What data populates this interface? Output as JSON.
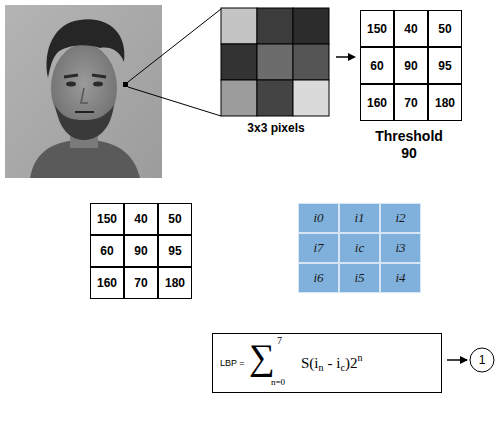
{
  "diagram": {
    "nodes": [
      {
        "text": [
          "LBP =",
          "∑",
          "7",
          "n=0",
          "S(i",
          "n",
          "- i",
          "c",
          ")2",
          "n"
        ]
      },
      {
        "text": [
          "1"
        ]
      }
    ],
    "edges": [
      {
        "from": 0,
        "to": 1,
        "arrow": "to"
      }
    ],
    "labels": [
      "3x3 pixels",
      "Threshold 90",
      "150",
      "40",
      "50",
      "60",
      "90",
      "95",
      "160",
      "70",
      "180",
      "150",
      "40",
      "50",
      "60",
      "90",
      "95",
      "160",
      "70",
      "180",
      "i0",
      "i1",
      "i2",
      "i7",
      "ic",
      "i3",
      "i6",
      "i5",
      "i4"
    ]
  }
}
